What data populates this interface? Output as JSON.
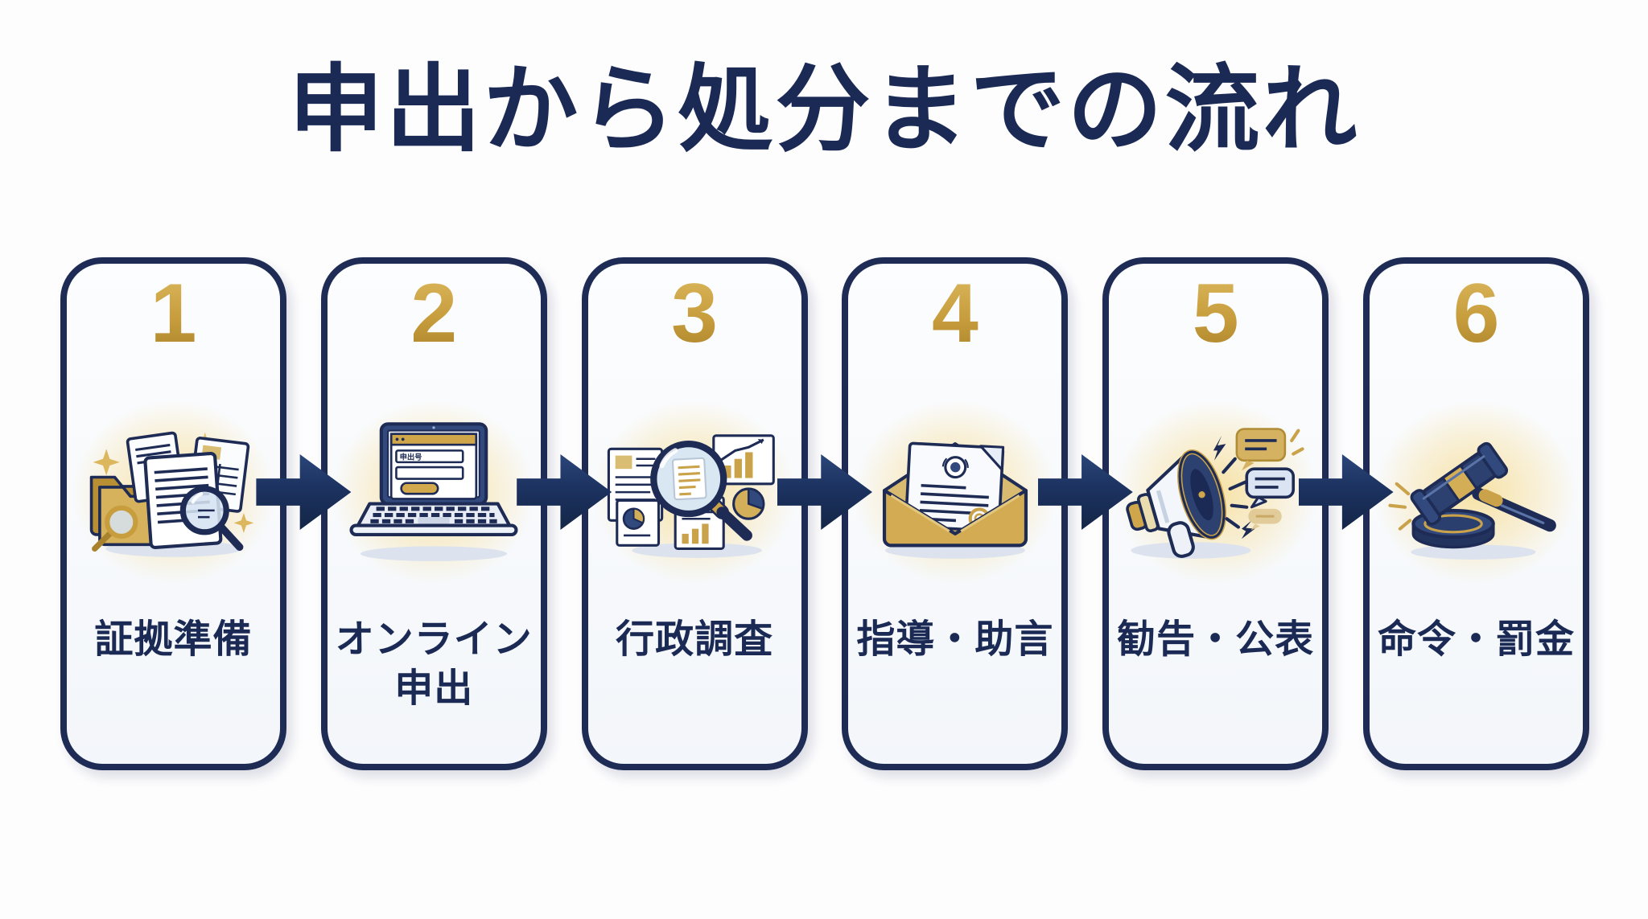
{
  "title": "申出から処分までの流れ",
  "accent_colors": {
    "navy": "#1b2a55",
    "gold": "#c79d3d",
    "card_background": "#f3f6fa"
  },
  "connector": {
    "icon": "flow-arrow-icon",
    "direction": "right",
    "count": 5
  },
  "steps": [
    {
      "number": "1",
      "label": "証拠準備",
      "label_lines": [
        "証拠準備"
      ],
      "icon": "evidence-documents-icon"
    },
    {
      "number": "2",
      "label": "オンライン申出",
      "label_lines": [
        "オンライン",
        "申出"
      ],
      "icon": "laptop-online-form-icon",
      "screen_text": "申出号"
    },
    {
      "number": "3",
      "label": "行政調査",
      "label_lines": [
        "行政調査"
      ],
      "icon": "investigation-magnifier-icon"
    },
    {
      "number": "4",
      "label": "指導・助言",
      "label_lines": [
        "指導・助言"
      ],
      "icon": "guidance-envelope-icon"
    },
    {
      "number": "5",
      "label": "勧告・公表",
      "label_lines": [
        "勧告・公表"
      ],
      "icon": "announcement-megaphone-icon"
    },
    {
      "number": "6",
      "label": "命令・罰金",
      "label_lines": [
        "命令・罰金"
      ],
      "icon": "penalty-gavel-icon"
    }
  ]
}
